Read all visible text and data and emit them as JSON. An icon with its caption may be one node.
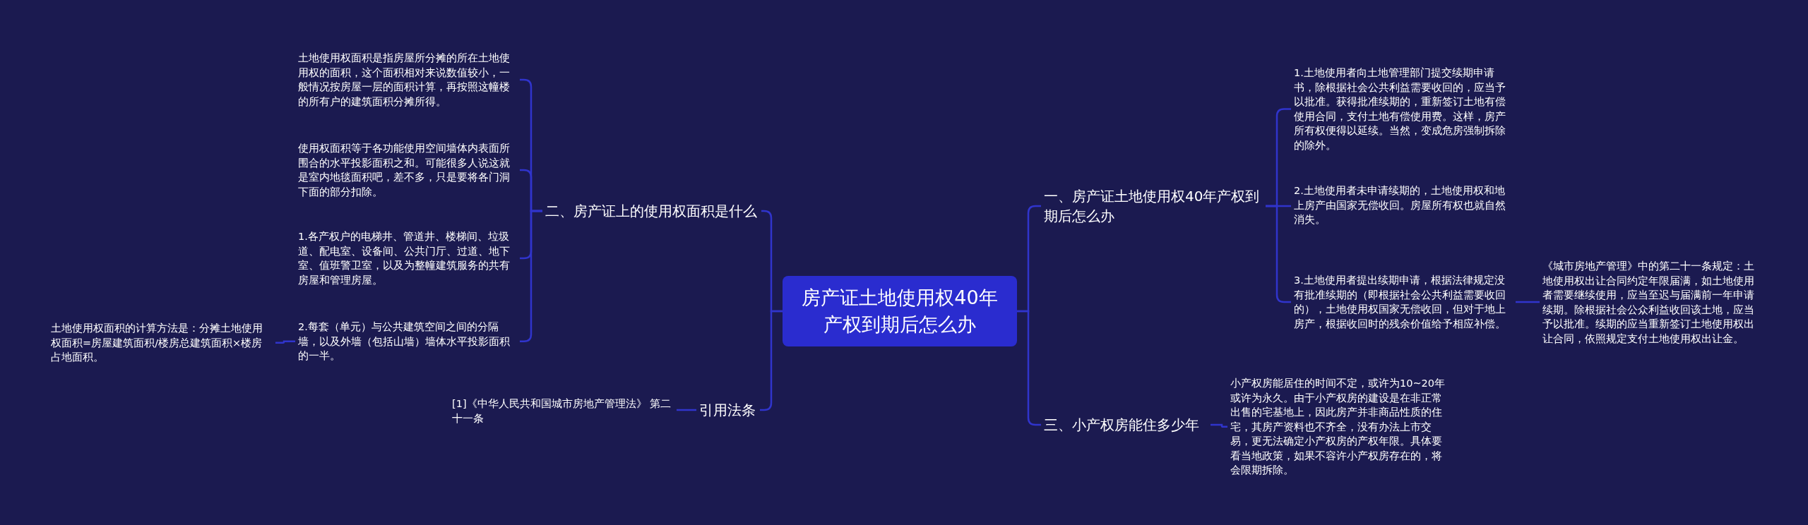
{
  "diagram": {
    "nodes": [
      {
        "text": [
          "房产证土地使用权40年产权到期后怎么办"
        ]
      },
      {
        "text": [
          "二、房产证上的使用权面积是什么"
        ]
      },
      {
        "text": [
          "引用法条"
        ]
      },
      {
        "text": [
          "一、房产证土地使用权40年产权到期后怎么办"
        ]
      },
      {
        "text": [
          "三、小产权房能住多少年"
        ]
      },
      {
        "text": [
          "土地使用权面积是指房屋所分摊的所在土地使用权的面积，这个面积相对来说数值较小，一般情况按房屋一层的面积计算，再按照这幢楼的所有户的建筑面积分摊所得。"
        ]
      },
      {
        "text": [
          "使用权面积等于各功能使用空间墙体内表面所围合的水平投影面积之和。可能很多人说这就是室内地毯面积吧，差不多，只是要将各门洞下面的部分扣除。"
        ]
      },
      {
        "text": [
          "1.各产权户的电梯井、管道井、楼梯间、垃圾道、配电室、设备间、公共门厅、过道、地下室、值班警卫室，以及为整幢建筑服务的共有房屋和管理房屋。"
        ]
      },
      {
        "text": [
          "2.每套（单元）与公共建筑空间之间的分隔墙，以及外墙（包括山墙）墙体水平投影面积的一半。"
        ]
      },
      {
        "text": [
          "土地使用权面积的计算方法是：分摊土地使用权面积=房屋建筑面积/楼房总建筑面积×楼房占地面积。"
        ]
      },
      {
        "text": [
          "[1]《中华人民共和国城市房地产管理法》 第二十一条"
        ]
      },
      {
        "text": [
          "1.土地使用者向土地管理部门提交续期申请书，除根据社会公共利益需要收回的，应当予以批准。获得批准续期的，重新签订土地有偿使用合同，支付土地有偿使用费。这样，房产所有权便得以延续。当然，变成危房强制拆除的除外。"
        ]
      },
      {
        "text": [
          "2.土地使用者未申请续期的，土地使用权和地上房产由国家无偿收回。房屋所有权也就自然消失。"
        ]
      },
      {
        "text": [
          "3.土地使用者提出续期申请，根据法律规定没有批准续期的（即根据社会公共利益需要收回的），土地使用权国家无偿收回，但对于地上房产，根据收回时的残余价值给予相应补偿。"
        ]
      },
      {
        "text": [
          "《城市房地产管理》中的第二十一条规定：土地使用权出让合同约定年限届满，如土地使用者需要继续使用，应当至迟与届满前一年申请续期。除根据社会公众利益收回该土地，应当予以批准。续期的应当重新签订土地使用权出让合同，依照规定支付土地使用权出让金。"
        ]
      },
      {
        "text": [
          "小产权房能居住的时间不定，或许为10~20年或许为永久。由于小产权房的建设是在非正常出售的宅基地上，因此房产并非商品性质的住宅，其房产资料也不齐全，没有办法上市交易，更无法确定小产权房的产权年限。具体要看当地政策，如果不容许小产权房存在的，将会限期拆除。"
        ]
      }
    ],
    "edges": [
      {
        "from": 0,
        "to": 1,
        "arrow": "none"
      },
      {
        "from": 0,
        "to": 2,
        "arrow": "none"
      },
      {
        "from": 0,
        "to": 3,
        "arrow": "none"
      },
      {
        "from": 0,
        "to": 4,
        "arrow": "none"
      },
      {
        "from": 1,
        "to": 5,
        "arrow": "none"
      },
      {
        "from": 1,
        "to": 6,
        "arrow": "none"
      },
      {
        "from": 1,
        "to": 7,
        "arrow": "none"
      },
      {
        "from": 1,
        "to": 8,
        "arrow": "none"
      },
      {
        "from": 8,
        "to": 9,
        "arrow": "none"
      },
      {
        "from": 2,
        "to": 10,
        "arrow": "none"
      },
      {
        "from": 3,
        "to": 11,
        "arrow": "none"
      },
      {
        "from": 3,
        "to": 12,
        "arrow": "none"
      },
      {
        "from": 3,
        "to": 13,
        "arrow": "none"
      },
      {
        "from": 13,
        "to": 14,
        "arrow": "none"
      },
      {
        "from": 4,
        "to": 15,
        "arrow": "none"
      }
    ]
  }
}
